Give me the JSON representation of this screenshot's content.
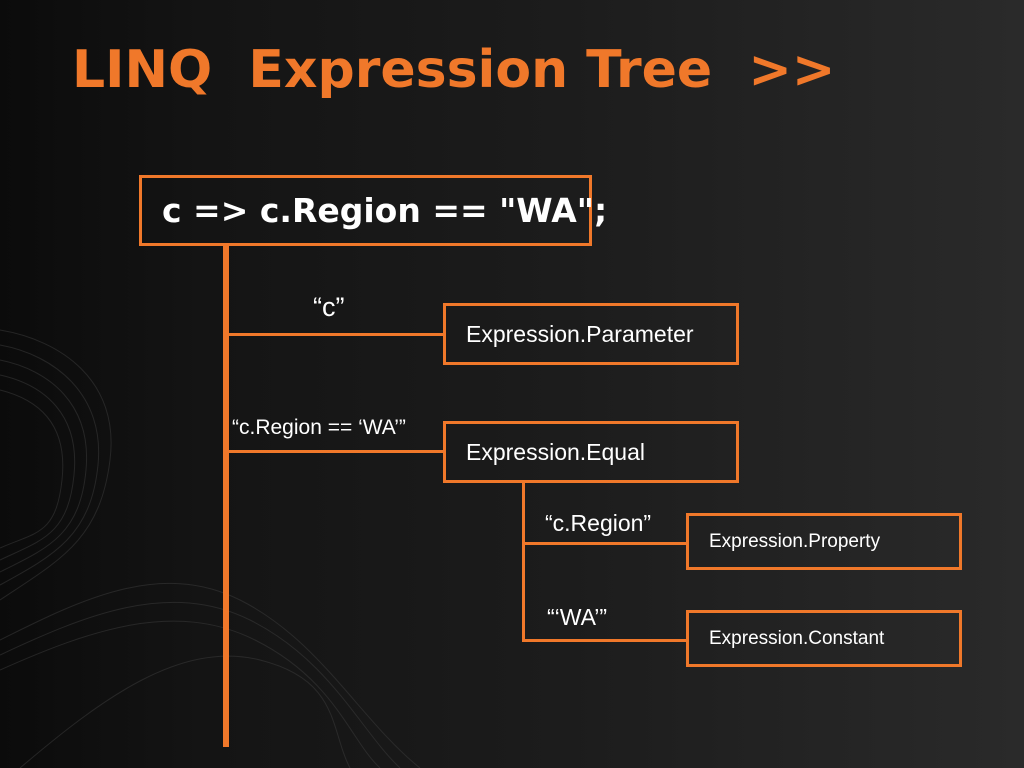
{
  "slide": {
    "title": "LINQ  Expression Tree  >>"
  },
  "tree": {
    "root": "c => c.Region == \"WA\";",
    "children": [
      {
        "edge_label": "“c”",
        "node": "Expression.Parameter"
      },
      {
        "edge_label": "“c.Region == ‘WA’”",
        "node": "Expression.Equal",
        "children": [
          {
            "edge_label": "“c.Region”",
            "node": "Expression.Property"
          },
          {
            "edge_label": "“‘WA’”",
            "node": "Expression.Constant"
          }
        ]
      }
    ]
  },
  "colors": {
    "accent": "#f0782a",
    "text": "#ffffff",
    "background": "#161616"
  }
}
